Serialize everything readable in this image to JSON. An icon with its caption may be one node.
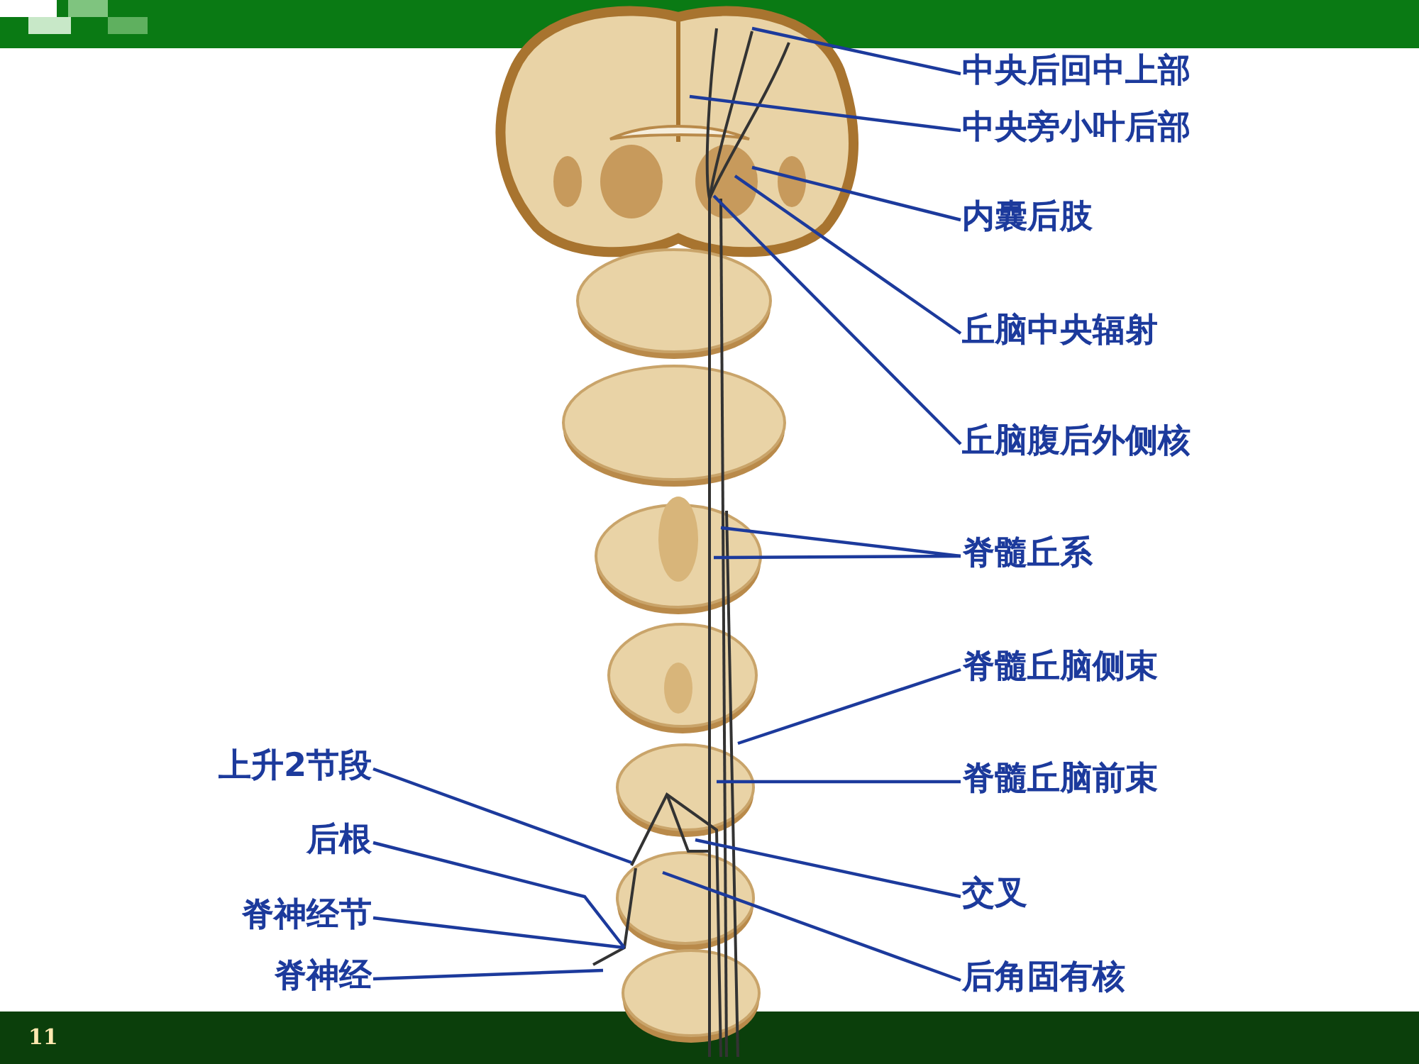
{
  "diagram": {
    "nodes": [
      {
        "text": [
          "中央后回中上部"
        ]
      },
      {
        "text": [
          "中央旁小叶后部"
        ]
      },
      {
        "text": [
          "内囊后肢"
        ]
      },
      {
        "text": [
          "丘脑中央辐射"
        ]
      },
      {
        "text": [
          "丘脑腹后外侧核"
        ]
      },
      {
        "text": [
          "脊髓丘系"
        ]
      },
      {
        "text": [
          "脊髓丘脑侧束"
        ]
      },
      {
        "text": [
          "脊髓丘脑前束"
        ]
      },
      {
        "text": [
          "上升2节段"
        ]
      },
      {
        "text": [
          "后根"
        ]
      },
      {
        "text": [
          "交叉"
        ]
      },
      {
        "text": [
          "脊神经节"
        ]
      },
      {
        "text": [
          "脊神经"
        ]
      },
      {
        "text": [
          "后角固有核"
        ]
      }
    ],
    "edges": [
      {
        "from": 0,
        "to": null,
        "arrow": "none"
      },
      {
        "from": 1,
        "to": null,
        "arrow": "none"
      },
      {
        "from": 2,
        "to": null,
        "arrow": "none"
      },
      {
        "from": 3,
        "to": null,
        "arrow": "none"
      },
      {
        "from": 4,
        "to": null,
        "arrow": "none"
      },
      {
        "from": 5,
        "to": null,
        "arrow": "none"
      },
      {
        "from": 5,
        "to": null,
        "arrow": "none"
      },
      {
        "from": 6,
        "to": null,
        "arrow": "none"
      },
      {
        "from": 7,
        "to": null,
        "arrow": "none"
      },
      {
        "from": 8,
        "to": null,
        "arrow": "none"
      },
      {
        "from": 9,
        "to": null,
        "arrow": "none"
      },
      {
        "from": 10,
        "to": null,
        "arrow": "none"
      },
      {
        "from": 11,
        "to": null,
        "arrow": "none"
      },
      {
        "from": 12,
        "to": null,
        "arrow": "none"
      },
      {
        "from": 13,
        "to": null,
        "arrow": "none"
      }
    ],
    "labels": [
      "11"
    ]
  }
}
